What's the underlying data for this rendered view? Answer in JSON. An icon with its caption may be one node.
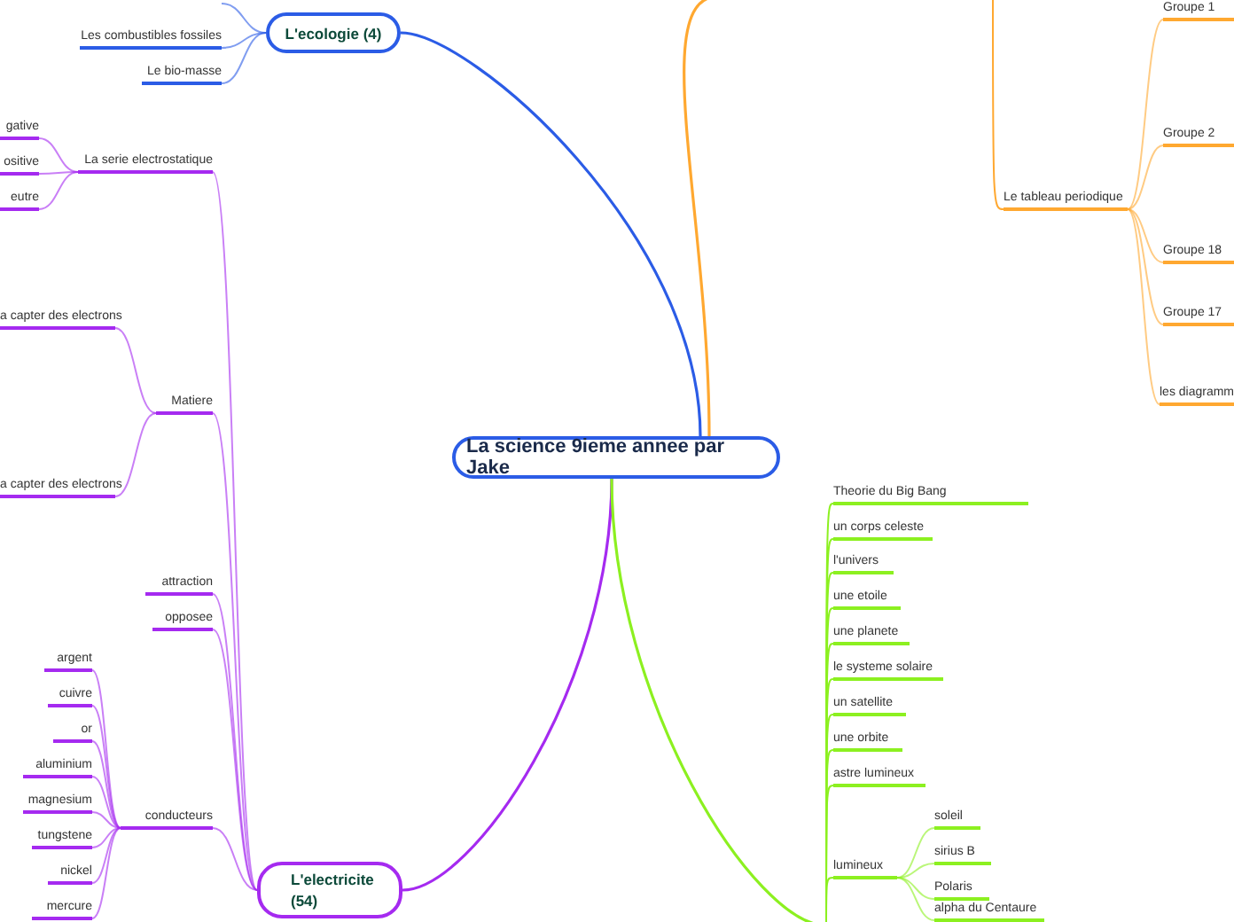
{
  "diagram": {
    "nodes": [
      {
        "text": [
          "La science 9ieme annee par Jake"
        ]
      },
      {
        "text": [
          "L'ecologie (4)"
        ]
      },
      {
        "text": [
          "Les combustibles fossiles"
        ]
      },
      {
        "text": [
          "Le bio-masse"
        ]
      },
      {
        "text": [
          "L'electricite (54)"
        ]
      },
      {
        "text": [
          "La serie electrostatique"
        ]
      },
      {
        "text": [
          "gative"
        ]
      },
      {
        "text": [
          "ositive"
        ]
      },
      {
        "text": [
          "eutre"
        ]
      },
      {
        "text": [
          "Matiere"
        ]
      },
      {
        "text": [
          "a capter des electrons"
        ]
      },
      {
        "text": [
          "a capter des electrons"
        ]
      },
      {
        "text": [
          "attraction"
        ]
      },
      {
        "text": [
          "opposee"
        ]
      },
      {
        "text": [
          "conducteurs"
        ]
      },
      {
        "text": [
          "argent"
        ]
      },
      {
        "text": [
          "cuivre"
        ]
      },
      {
        "text": [
          "or"
        ]
      },
      {
        "text": [
          "aluminium"
        ]
      },
      {
        "text": [
          "magnesium"
        ]
      },
      {
        "text": [
          "tungstene"
        ]
      },
      {
        "text": [
          "nickel"
        ]
      },
      {
        "text": [
          "mercure"
        ]
      },
      {
        "text": [
          "Le tableau periodique"
        ]
      },
      {
        "text": [
          "Groupe 1"
        ]
      },
      {
        "text": [
          "Groupe 2"
        ]
      },
      {
        "text": [
          "Groupe 18"
        ]
      },
      {
        "text": [
          "Groupe 17"
        ]
      },
      {
        "text": [
          "les diagramm"
        ]
      },
      {
        "text": [
          "Theorie du Big Bang"
        ]
      },
      {
        "text": [
          "un corps celeste"
        ]
      },
      {
        "text": [
          "l'univers"
        ]
      },
      {
        "text": [
          "une etoile"
        ]
      },
      {
        "text": [
          "une planete"
        ]
      },
      {
        "text": [
          "le systeme solaire"
        ]
      },
      {
        "text": [
          "un satellite"
        ]
      },
      {
        "text": [
          "une orbite"
        ]
      },
      {
        "text": [
          "astre lumineux"
        ]
      },
      {
        "text": [
          "lumineux"
        ]
      },
      {
        "text": [
          "soleil"
        ]
      },
      {
        "text": [
          "sirius B"
        ]
      },
      {
        "text": [
          "Polaris"
        ]
      },
      {
        "text": [
          "alpha du Centaure"
        ]
      }
    ],
    "edges": [
      {
        "from": 0,
        "to": 1,
        "arrow": "none",
        "color": "#2b5ce6"
      },
      {
        "from": 1,
        "to": null,
        "arrow": "none",
        "color": "#2b5ce6"
      },
      {
        "from": 1,
        "to": 2,
        "arrow": "none",
        "color": "#2b5ce6"
      },
      {
        "from": 1,
        "to": 3,
        "arrow": "none",
        "color": "#2b5ce6"
      },
      {
        "from": 0,
        "to": 4,
        "arrow": "none"
      },
      {
        "from": 4,
        "to": 5,
        "arrow": "none"
      },
      {
        "from": 5,
        "to": 6,
        "arrow": "none"
      },
      {
        "from": 5,
        "to": 7,
        "arrow": "none"
      },
      {
        "from": 5,
        "to": 8,
        "arrow": "none"
      },
      {
        "from": 4,
        "to": 9,
        "arrow": "none"
      },
      {
        "from": 9,
        "to": 10,
        "arrow": "none"
      },
      {
        "from": 9,
        "to": 11,
        "arrow": "none"
      },
      {
        "from": 4,
        "to": 12,
        "arrow": "none"
      },
      {
        "from": 4,
        "to": 13,
        "arrow": "none"
      },
      {
        "from": 4,
        "to": 14,
        "arrow": "none"
      },
      {
        "from": 14,
        "to": 15,
        "arrow": "none"
      },
      {
        "from": 14,
        "to": 16,
        "arrow": "none"
      },
      {
        "from": 14,
        "to": 17,
        "arrow": "none"
      },
      {
        "from": 14,
        "to": 18,
        "arrow": "none"
      },
      {
        "from": 14,
        "to": 19,
        "arrow": "none"
      },
      {
        "from": 14,
        "to": 20,
        "arrow": "none"
      },
      {
        "from": 14,
        "to": 21,
        "arrow": "none"
      },
      {
        "from": 14,
        "to": 22,
        "arrow": "none"
      },
      {
        "from": 0,
        "to": null,
        "arrow": "none",
        "color": "#ffa830"
      },
      {
        "from": null,
        "to": 23,
        "arrow": "none",
        "color": "#ffa830"
      },
      {
        "from": 23,
        "to": 24,
        "arrow": "none",
        "color": "#ffa830"
      },
      {
        "from": 23,
        "to": 25,
        "arrow": "none",
        "color": "#ffa830"
      },
      {
        "from": 23,
        "to": 26,
        "arrow": "none",
        "color": "#ffa830"
      },
      {
        "from": 23,
        "to": 27,
        "arrow": "none",
        "color": "#ffa830"
      },
      {
        "from": 23,
        "to": 28,
        "arrow": "none",
        "color": "#ffa830"
      },
      {
        "from": 0,
        "to": null,
        "arrow": "none",
        "color": "#8cf020"
      },
      {
        "from": null,
        "to": 29,
        "arrow": "none",
        "color": "#8cf020"
      },
      {
        "from": null,
        "to": 30,
        "arrow": "none",
        "color": "#8cf020"
      },
      {
        "from": null,
        "to": 31,
        "arrow": "none",
        "color": "#8cf020"
      },
      {
        "from": null,
        "to": 32,
        "arrow": "none",
        "color": "#8cf020"
      },
      {
        "from": null,
        "to": 33,
        "arrow": "none",
        "color": "#8cf020"
      },
      {
        "from": null,
        "to": 34,
        "arrow": "none",
        "color": "#8cf020"
      },
      {
        "from": null,
        "to": 35,
        "arrow": "none",
        "color": "#8cf020"
      },
      {
        "from": null,
        "to": 36,
        "arrow": "none",
        "color": "#8cf020"
      },
      {
        "from": null,
        "to": 37,
        "arrow": "none",
        "color": "#8cf020"
      },
      {
        "from": null,
        "to": 38,
        "arrow": "none",
        "color": "#8cf020"
      },
      {
        "from": 38,
        "to": 39,
        "arrow": "none",
        "color": "#8cf020"
      },
      {
        "from": 38,
        "to": 40,
        "arrow": "none",
        "color": "#8cf020"
      },
      {
        "from": 38,
        "to": 41,
        "arrow": "none",
        "color": "#8cf020"
      },
      {
        "from": 38,
        "to": 42,
        "arrow": "none",
        "color": "#8cf020"
      }
    ]
  }
}
